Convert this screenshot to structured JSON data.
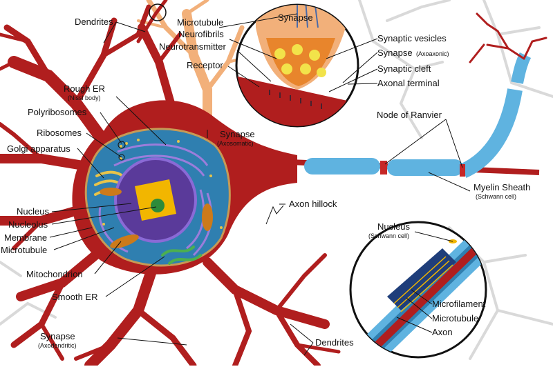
{
  "colors": {
    "neuron": "#b01e1e",
    "neuron_dark": "#8c1414",
    "cytoplasm": "#2f7fb0",
    "nucleus": "#5a3a9a",
    "nucleolus": "#f2b600",
    "myelin": "#5fb3e0",
    "node": "#c62828",
    "er": "#9b7ddb",
    "mito": "#cc7a1a",
    "golgi": "#e7c44a",
    "neighbor_orange": "#f2b07a",
    "background_cell": "#d9d9d9"
  },
  "labels": {
    "dendrites_top": "Dendrites",
    "rough_er": "Rough ER",
    "rough_er_sub": "(Nissl body)",
    "polyribosomes": "Polyribosomes",
    "ribosomes": "Ribosomes",
    "golgi": "Golgi apparatus",
    "nucleus": "Nucleus",
    "nucleolus": "Nucleolus",
    "membrane": "Membrane",
    "microtubule_left": "Microtubule",
    "mitochondrion": "Mitochondrion",
    "smooth_er": "Smooth ER",
    "synapse_axodendritic": "Synapse",
    "synapse_axodendritic_sub": "(Axodendritic)",
    "microtubule_top": "Microtubule",
    "neurofibrils": "Neurofibrils",
    "neurotransmitter": "Neurotransmitter",
    "receptor": "Receptor",
    "synapse_axosomatic": "Synapse",
    "synapse_axosomatic_sub": "(Axosomatic)",
    "synapse_inset_title": "Synapse",
    "synaptic_vesicles": "Synaptic vesicles",
    "synapse_axoaxonic": "Synapse",
    "synapse_axoaxonic_sub": "(Axoaxonic)",
    "synaptic_cleft": "Synaptic cleft",
    "axonal_terminal": "Axonal terminal",
    "node_of_ranvier": "Node of Ranvier",
    "myelin_sheath": "Myelin Sheath",
    "myelin_sheath_sub": "(Schwann cell)",
    "axon_hillock": "Axon hillock",
    "nucleus_schwann": "Nucleus",
    "nucleus_schwann_sub": "(Schwann cell)",
    "microfilament": "Microfilament",
    "microtubule_axon": "Microtubule",
    "axon": "Axon",
    "dendrites_bottom": "Dendrites"
  }
}
